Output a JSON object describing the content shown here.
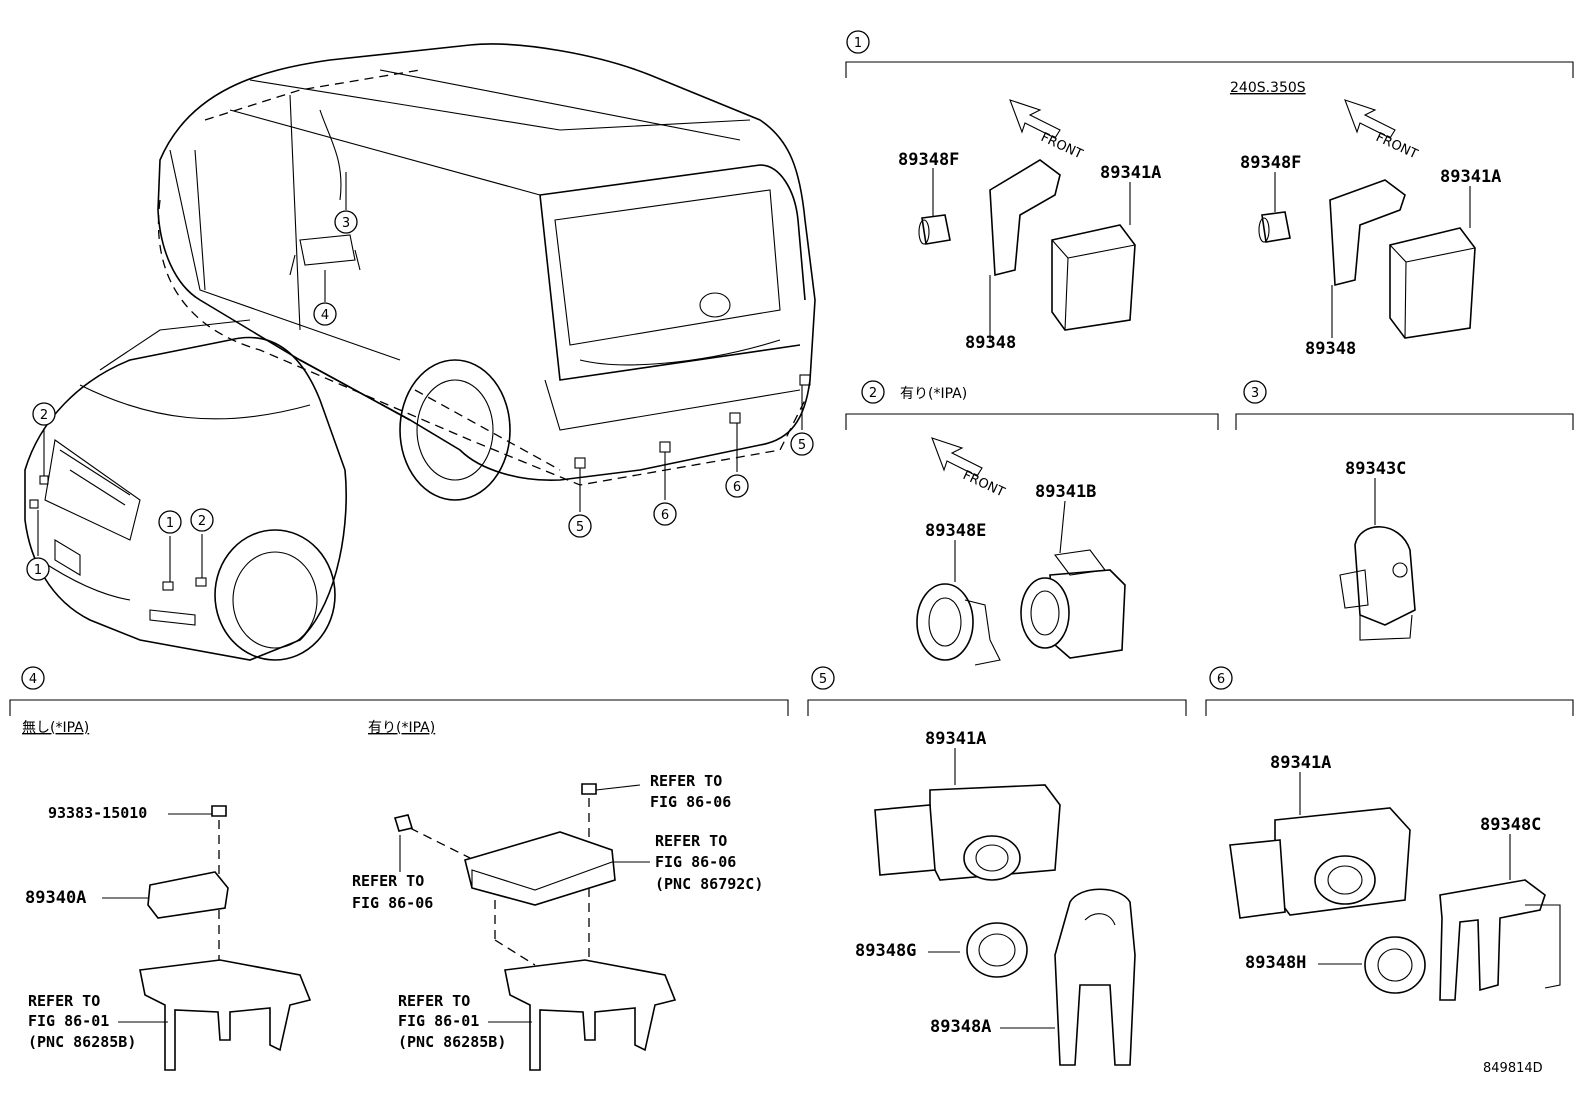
{
  "diagram_id": "849814D",
  "vehicle_callouts": [
    "1",
    "2",
    "3",
    "4",
    "5",
    "6"
  ],
  "groups": {
    "g1": {
      "num": "1",
      "variant_label": "240S.350S",
      "front_label": "FRONT",
      "left": {
        "p1": "89348F",
        "p2": "89341A",
        "p3": "89348"
      },
      "right": {
        "p1": "89348F",
        "p2": "89341A",
        "p3": "89348"
      }
    },
    "g2": {
      "num": "2",
      "header": "有り(*IPA)",
      "front_label": "FRONT",
      "p1": "89341B",
      "p2": "89348E"
    },
    "g3": {
      "num": "3",
      "p1": "89343C"
    },
    "g4": {
      "num": "4",
      "left_header": "無し(*IPA)",
      "right_header": "有り(*IPA)",
      "bolt": "93383-15010",
      "ecu": "89340A",
      "refer_to": "REFER TO",
      "fig_8601": "FIG 86-01",
      "pnc_86285b": "(PNC 86285B)",
      "fig_8606": "FIG 86-06",
      "pnc_86792c": "(PNC 86792C)"
    },
    "g5": {
      "num": "5",
      "p1": "89341A",
      "p2": "89348G",
      "p3": "89348A"
    },
    "g6": {
      "num": "6",
      "p1": "89341A",
      "p2": "89348C",
      "p3": "89348H"
    }
  }
}
